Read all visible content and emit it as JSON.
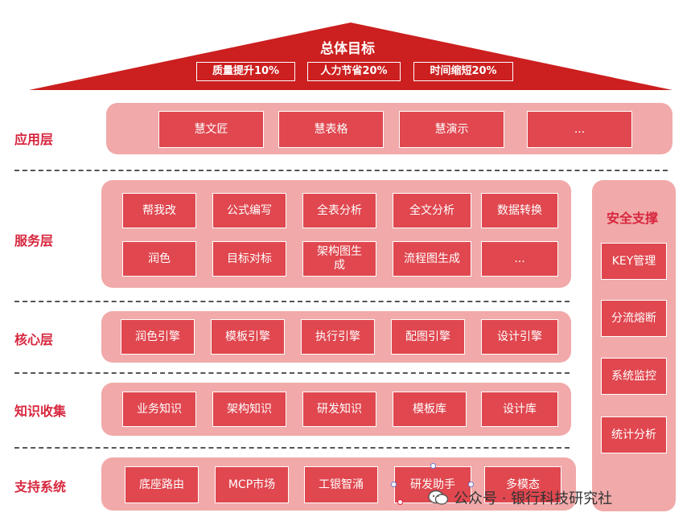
{
  "goal": {
    "title": "总体目标",
    "items": [
      "质量提升10%",
      "人力节省20%",
      "时间缩短20%"
    ]
  },
  "layers": {
    "app": {
      "label": "应用层",
      "items": [
        "慧文匠",
        "慧表格",
        "慧演示",
        "..."
      ]
    },
    "service": {
      "label": "服务层",
      "row1": [
        "帮我改",
        "公式编写",
        "全表分析",
        "全文分析",
        "数据转换"
      ],
      "row2": [
        "润色",
        "目标对标",
        "架构图生\n成",
        "流程图生成",
        "..."
      ]
    },
    "core": {
      "label": "核心层",
      "items": [
        "润色引擎",
        "模板引擎",
        "执行引擎",
        "配图引擎",
        "设计引擎"
      ]
    },
    "knowledge": {
      "label": "知识收集",
      "items": [
        "业务知识",
        "架构知识",
        "研发知识",
        "模板库",
        "设计库"
      ]
    },
    "support": {
      "label": "支持系统",
      "items": [
        "底座路由",
        "MCP市场",
        "工银智涌",
        "研发助手",
        "多模态"
      ]
    }
  },
  "security": {
    "title": "安全支撑",
    "items": [
      "KEY管理",
      "分流熔断",
      "系统监控",
      "统计分析"
    ]
  },
  "watermark": {
    "text": "公众号 · 银行科技研究社"
  },
  "colors": {
    "primary_red": "#d7263d",
    "roof_red": "#cc1f1f",
    "panel_pink": "#f1a9a9",
    "box_red": "#e0474f"
  }
}
